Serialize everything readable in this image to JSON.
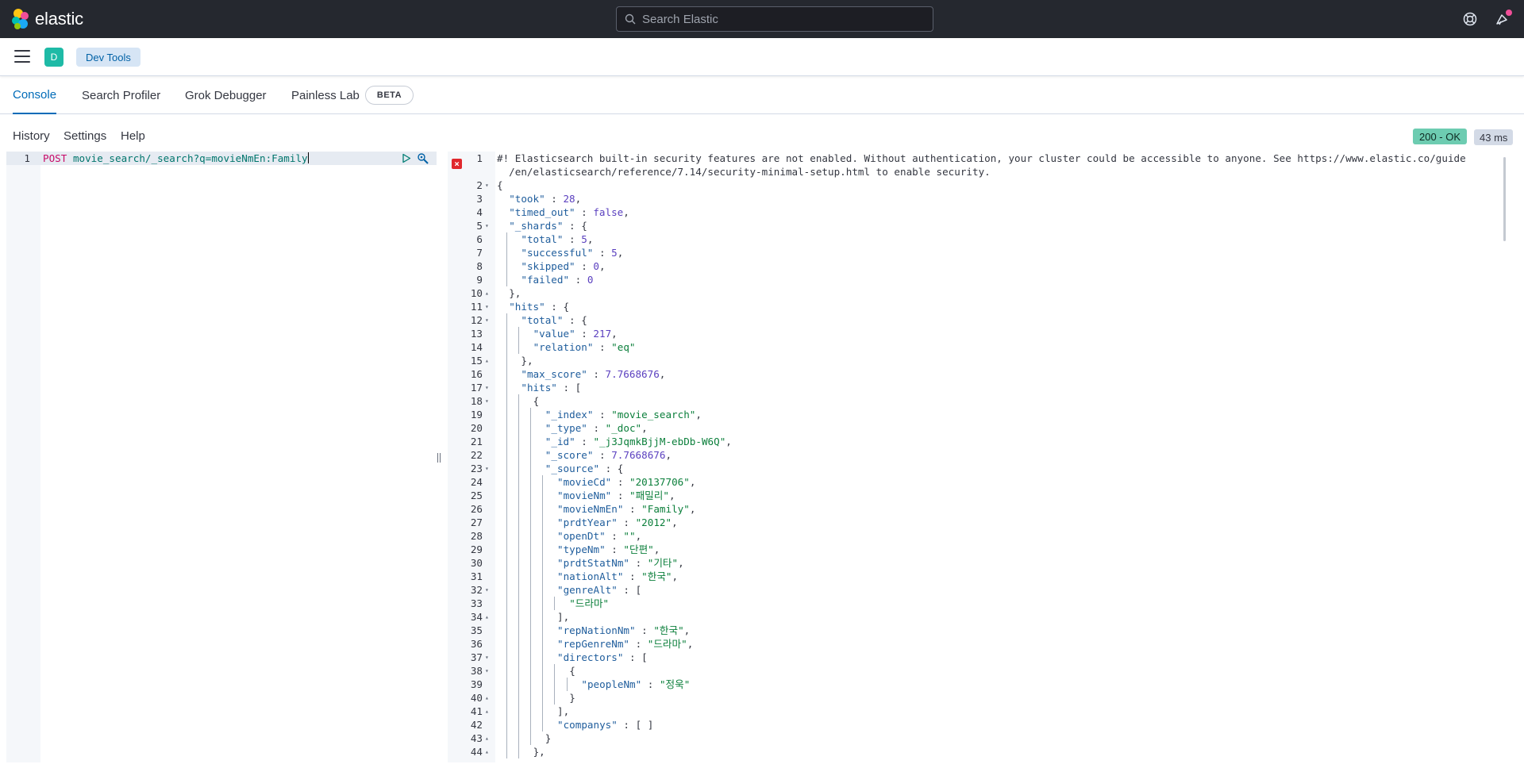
{
  "header": {
    "brand": "elastic",
    "search_placeholder": "Search Elastic"
  },
  "subbar": {
    "space_initial": "D",
    "breadcrumb": "Dev Tools"
  },
  "tabs": [
    {
      "label": "Console",
      "active": true
    },
    {
      "label": "Search Profiler",
      "active": false
    },
    {
      "label": "Grok Debugger",
      "active": false
    },
    {
      "label": "Painless Lab",
      "active": false
    }
  ],
  "beta_badge": "BETA",
  "console_toolbar": {
    "history": "History",
    "settings": "Settings",
    "help": "Help"
  },
  "response_meta": {
    "status": "200 - OK",
    "time": "43 ms"
  },
  "request": {
    "line_number": "1",
    "method": "POST",
    "path": "movie_search/_search?q=movieNmEn:Family"
  },
  "response_lines": [
    {
      "n": "1",
      "fold": "",
      "indent": 0,
      "text": "#! Elasticsearch built-in security features are not enabled. Without authentication, your cluster could be accessible to anyone. See https://www.elastic.co/guide",
      "kind": "comment"
    },
    {
      "n": "",
      "fold": "",
      "indent": 0,
      "text": "  /en/elasticsearch/reference/7.14/security-minimal-setup.html to enable security.",
      "kind": "comment"
    },
    {
      "n": "2",
      "fold": "▾",
      "indent": 0,
      "text": "{",
      "kind": "punct"
    },
    {
      "n": "3",
      "fold": "",
      "indent": 1,
      "key": "\"took\"",
      "val": "28",
      "vkind": "num",
      "tail": ","
    },
    {
      "n": "4",
      "fold": "",
      "indent": 1,
      "key": "\"timed_out\"",
      "val": "false",
      "vkind": "bool",
      "tail": ","
    },
    {
      "n": "5",
      "fold": "▾",
      "indent": 1,
      "key": "\"_shards\"",
      "val": "{",
      "vkind": "punct",
      "tail": ""
    },
    {
      "n": "6",
      "fold": "",
      "indent": 2,
      "key": "\"total\"",
      "val": "5",
      "vkind": "num",
      "tail": ","
    },
    {
      "n": "7",
      "fold": "",
      "indent": 2,
      "key": "\"successful\"",
      "val": "5",
      "vkind": "num",
      "tail": ","
    },
    {
      "n": "8",
      "fold": "",
      "indent": 2,
      "key": "\"skipped\"",
      "val": "0",
      "vkind": "num",
      "tail": ","
    },
    {
      "n": "9",
      "fold": "",
      "indent": 2,
      "key": "\"failed\"",
      "val": "0",
      "vkind": "num",
      "tail": ""
    },
    {
      "n": "10",
      "fold": "▴",
      "indent": 1,
      "text": "},",
      "kind": "punct"
    },
    {
      "n": "11",
      "fold": "▾",
      "indent": 1,
      "key": "\"hits\"",
      "val": "{",
      "vkind": "punct",
      "tail": ""
    },
    {
      "n": "12",
      "fold": "▾",
      "indent": 2,
      "key": "\"total\"",
      "val": "{",
      "vkind": "punct",
      "tail": ""
    },
    {
      "n": "13",
      "fold": "",
      "indent": 3,
      "key": "\"value\"",
      "val": "217",
      "vkind": "num",
      "tail": ","
    },
    {
      "n": "14",
      "fold": "",
      "indent": 3,
      "key": "\"relation\"",
      "val": "\"eq\"",
      "vkind": "str",
      "tail": ""
    },
    {
      "n": "15",
      "fold": "▴",
      "indent": 2,
      "text": "},",
      "kind": "punct"
    },
    {
      "n": "16",
      "fold": "",
      "indent": 2,
      "key": "\"max_score\"",
      "val": "7.7668676",
      "vkind": "num",
      "tail": ","
    },
    {
      "n": "17",
      "fold": "▾",
      "indent": 2,
      "key": "\"hits\"",
      "val": "[",
      "vkind": "punct",
      "tail": ""
    },
    {
      "n": "18",
      "fold": "▾",
      "indent": 3,
      "text": "{",
      "kind": "punct"
    },
    {
      "n": "19",
      "fold": "",
      "indent": 4,
      "key": "\"_index\"",
      "val": "\"movie_search\"",
      "vkind": "str",
      "tail": ","
    },
    {
      "n": "20",
      "fold": "",
      "indent": 4,
      "key": "\"_type\"",
      "val": "\"_doc\"",
      "vkind": "str",
      "tail": ","
    },
    {
      "n": "21",
      "fold": "",
      "indent": 4,
      "key": "\"_id\"",
      "val": "\"_j3JqmkBjjM-ebDb-W6Q\"",
      "vkind": "str",
      "tail": ","
    },
    {
      "n": "22",
      "fold": "",
      "indent": 4,
      "key": "\"_score\"",
      "val": "7.7668676",
      "vkind": "num",
      "tail": ","
    },
    {
      "n": "23",
      "fold": "▾",
      "indent": 4,
      "key": "\"_source\"",
      "val": "{",
      "vkind": "punct",
      "tail": ""
    },
    {
      "n": "24",
      "fold": "",
      "indent": 5,
      "key": "\"movieCd\"",
      "val": "\"20137706\"",
      "vkind": "str",
      "tail": ","
    },
    {
      "n": "25",
      "fold": "",
      "indent": 5,
      "key": "\"movieNm\"",
      "val": "\"패밀리\"",
      "vkind": "str",
      "tail": ","
    },
    {
      "n": "26",
      "fold": "",
      "indent": 5,
      "key": "\"movieNmEn\"",
      "val": "\"Family\"",
      "vkind": "str",
      "tail": ","
    },
    {
      "n": "27",
      "fold": "",
      "indent": 5,
      "key": "\"prdtYear\"",
      "val": "\"2012\"",
      "vkind": "str",
      "tail": ","
    },
    {
      "n": "28",
      "fold": "",
      "indent": 5,
      "key": "\"openDt\"",
      "val": "\"\"",
      "vkind": "str",
      "tail": ","
    },
    {
      "n": "29",
      "fold": "",
      "indent": 5,
      "key": "\"typeNm\"",
      "val": "\"단편\"",
      "vkind": "str",
      "tail": ","
    },
    {
      "n": "30",
      "fold": "",
      "indent": 5,
      "key": "\"prdtStatNm\"",
      "val": "\"기타\"",
      "vkind": "str",
      "tail": ","
    },
    {
      "n": "31",
      "fold": "",
      "indent": 5,
      "key": "\"nationAlt\"",
      "val": "\"한국\"",
      "vkind": "str",
      "tail": ","
    },
    {
      "n": "32",
      "fold": "▾",
      "indent": 5,
      "key": "\"genreAlt\"",
      "val": "[",
      "vkind": "punct",
      "tail": ""
    },
    {
      "n": "33",
      "fold": "",
      "indent": 6,
      "text": "\"드라마\"",
      "kind": "str"
    },
    {
      "n": "34",
      "fold": "▴",
      "indent": 5,
      "text": "],",
      "kind": "punct"
    },
    {
      "n": "35",
      "fold": "",
      "indent": 5,
      "key": "\"repNationNm\"",
      "val": "\"한국\"",
      "vkind": "str",
      "tail": ","
    },
    {
      "n": "36",
      "fold": "",
      "indent": 5,
      "key": "\"repGenreNm\"",
      "val": "\"드라마\"",
      "vkind": "str",
      "tail": ","
    },
    {
      "n": "37",
      "fold": "▾",
      "indent": 5,
      "key": "\"directors\"",
      "val": "[",
      "vkind": "punct",
      "tail": ""
    },
    {
      "n": "38",
      "fold": "▾",
      "indent": 6,
      "text": "{",
      "kind": "punct"
    },
    {
      "n": "39",
      "fold": "",
      "indent": 7,
      "key": "\"peopleNm\"",
      "val": "\"정욱\"",
      "vkind": "str",
      "tail": ""
    },
    {
      "n": "40",
      "fold": "▴",
      "indent": 6,
      "text": "}",
      "kind": "punct"
    },
    {
      "n": "41",
      "fold": "▴",
      "indent": 5,
      "text": "],",
      "kind": "punct"
    },
    {
      "n": "42",
      "fold": "",
      "indent": 5,
      "key": "\"companys\"",
      "val": "[ ]",
      "vkind": "punct",
      "tail": ""
    },
    {
      "n": "43",
      "fold": "▴",
      "indent": 4,
      "text": "}",
      "kind": "punct"
    },
    {
      "n": "44",
      "fold": "▴",
      "indent": 3,
      "text": "},",
      "kind": "punct"
    }
  ]
}
